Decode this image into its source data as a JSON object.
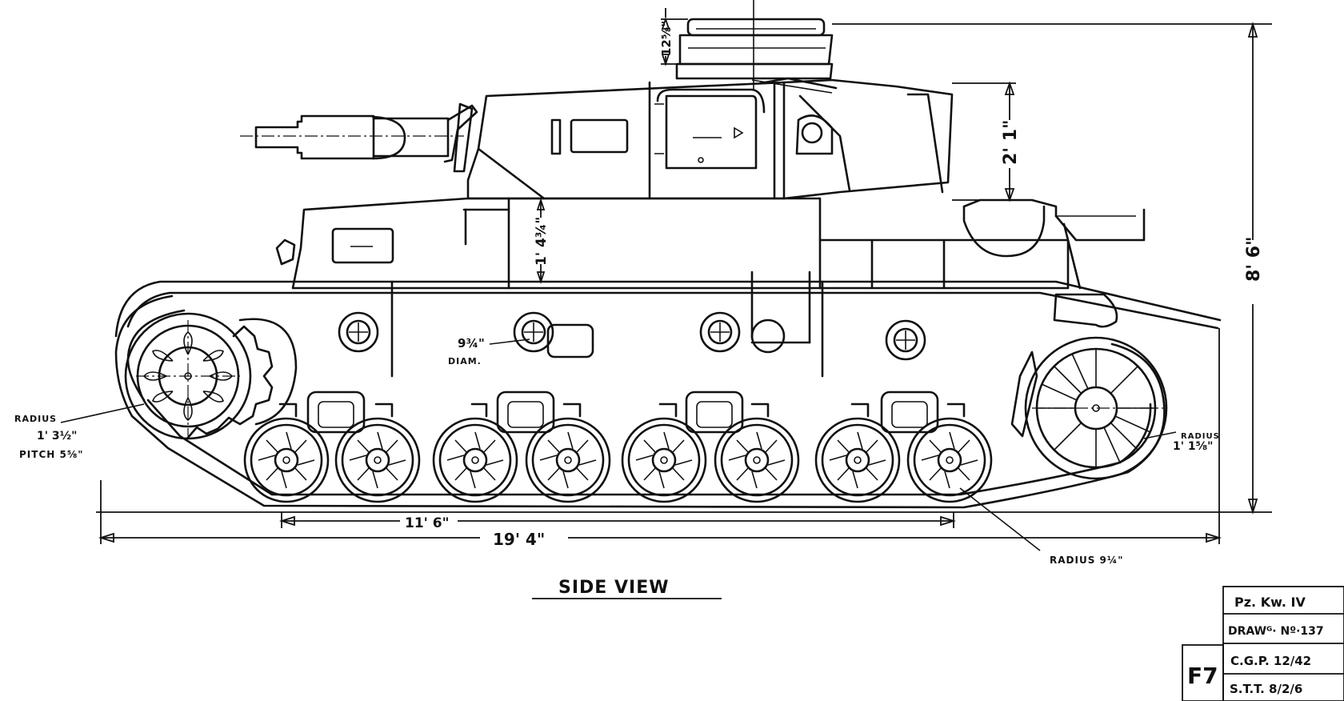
{
  "view_title": "SIDE VIEW",
  "dimensions": {
    "overall_length": "19' 4\"",
    "track_contact": "11' 6\"",
    "overall_height": "8' 6\"",
    "cupola_height": "12⅝\"",
    "turret_height": "2' 1\"",
    "superstructure_height": "1' 4¾\"",
    "hole_diameter_value": "9¾\"",
    "hole_diameter_unit": "DIAM."
  },
  "annotations": {
    "sprocket_radius_label": "RADIUS",
    "sprocket_radius_value": "1' 3½\"",
    "sprocket_pitch": "PITCH 5⅝\"",
    "idler_radius_label": "RADIUS",
    "idler_radius_value": "1' 1⅝\"",
    "roadwheel_radius": "RADIUS 9¼\""
  },
  "title_block": {
    "model": "Pz. Kw. IV",
    "drawing_no": "DRAWᴳ· Nº·137",
    "cgp": "C.G.P. 12/42",
    "stt": "S.T.T. 8/2/6",
    "sheet": "F7"
  }
}
